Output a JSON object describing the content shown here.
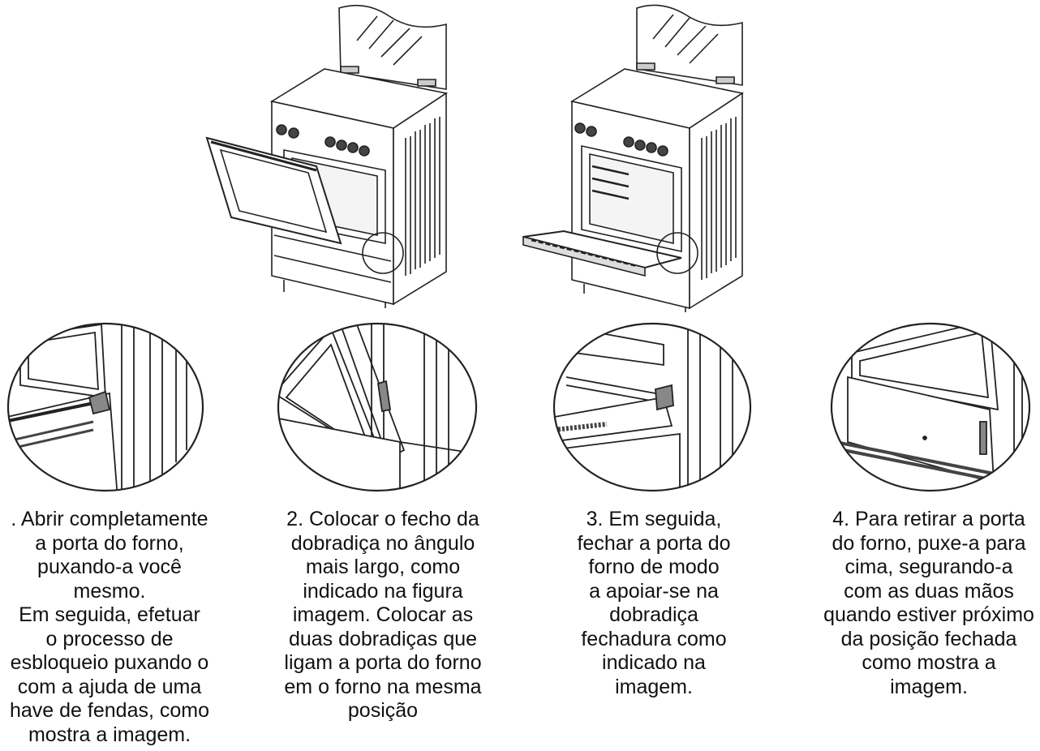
{
  "steps": [
    {
      "text": ". Abrir completamente\na porta do forno,\npuxando-a você\nmesmo.\nEm seguida, efetuar\no processo de\nesbloqueio puxando o\ncom a ajuda de uma\nhave de fendas, como\nmostra a imagem."
    },
    {
      "text": "2. Colocar o fecho da\ndobradiça no ângulo\nmais largo, como\nindicado na figura\nimagem. Colocar as\nduas dobradiças que\nligam a porta do forno\nem o forno na mesma\nposição"
    },
    {
      "text": "3. Em seguida,\nfechar a porta do\nforno de modo\na apoiar-se na\ndobradiça\nfechadura como\nindicado na\nimagem."
    },
    {
      "text": "4. Para retirar a porta\ndo forno, puxe-a para\ncima, segurando-a\ncom as duas mãos\nquando estiver próximo\nda posição fechada\ncomo mostra a\nimagem."
    }
  ]
}
